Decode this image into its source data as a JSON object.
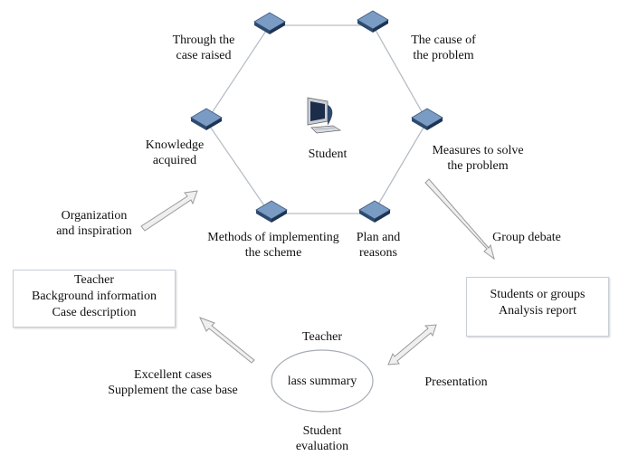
{
  "nodes": {
    "through_case": [
      "Through the",
      "case raised"
    ],
    "cause": [
      "The cause of",
      "the problem"
    ],
    "knowledge": [
      "Knowledge",
      "acquired"
    ],
    "measures": [
      "Measures to solve",
      "the problem"
    ],
    "methods": [
      "Methods of implementing",
      "the scheme"
    ],
    "plan": [
      "Plan and",
      "reasons"
    ],
    "center": "Student"
  },
  "left_box": [
    "Teacher",
    "Background information",
    "Case description"
  ],
  "right_box": [
    "Students or groups",
    "Analysis report"
  ],
  "arrow_labels": {
    "organization": [
      "Organization",
      "and inspiration"
    ],
    "group_debate": "Group debate",
    "excellent": [
      "Excellent cases",
      "Supplement the case base"
    ],
    "presentation": "Presentation"
  },
  "summary": {
    "top": "Teacher",
    "ellipse": "lass summary",
    "bottom": [
      "Student",
      "evaluation"
    ]
  },
  "colors": {
    "node_top": "#7a9cc4",
    "node_side": "#2d4a6e",
    "line": "#b8bec6",
    "arrow_fill": "#efefef",
    "arrow_stroke": "#9a9a9a"
  },
  "icons": {
    "node": "server-box-icon",
    "center": "computer-icon"
  }
}
